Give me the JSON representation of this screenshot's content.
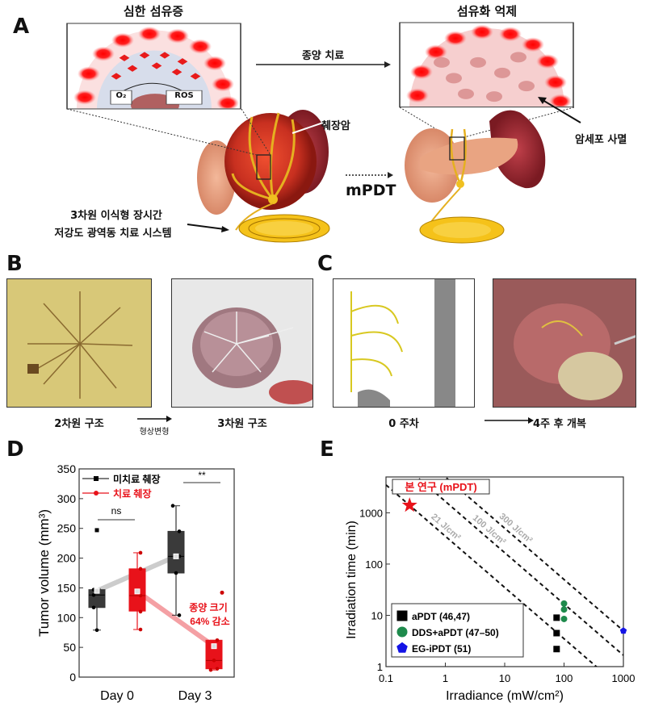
{
  "panel_a": {
    "label": "A",
    "left_title": "심한 섬유증",
    "right_title": "섬유화 억제",
    "arrow_label": "종양 치료",
    "o2_label": "O₂",
    "ros_label": "ROS",
    "tumor_label": "췌장암",
    "cell_death_label": "암세포 사멸",
    "mpdt_label": "mPDT",
    "device_label_line1": "3차원 이식형 장시간",
    "device_label_line2": "저강도 광역동 치료 시스템"
  },
  "panel_b": {
    "label": "B",
    "caption_left": "2차원 구조",
    "caption_right": "3차원 구조",
    "arrow_label": "형상변형"
  },
  "panel_c": {
    "label": "C",
    "caption_left": "0 주차",
    "caption_right": "4주 후 개복"
  },
  "panel_d": {
    "label": "D"
  },
  "panel_e": {
    "label": "E"
  },
  "colors": {
    "untreated": "#333333",
    "treated": "#e8121a",
    "apdt": "#000000",
    "dds": "#1e8a4c",
    "egipdt": "#1414e6",
    "star": "#e8121a"
  },
  "chart_data": [
    {
      "type": "box",
      "ylabel": "Tumor volume (mm³)",
      "ylim": [
        0,
        350
      ],
      "yticks": [
        "0",
        "50",
        "100",
        "150",
        "200",
        "250",
        "300",
        "350"
      ],
      "categories": [
        "Day 0",
        "Day 3"
      ],
      "legend": [
        "미치료 췌장",
        "치료 췌장"
      ],
      "series": [
        {
          "name": "미치료 췌장",
          "boxes": [
            {
              "min": 79,
              "q1": 117,
              "median": 138,
              "q3": 147,
              "max": 148,
              "mean": 145,
              "points": [
                147,
                138,
                117,
                79
              ],
              "outliers": [
                247
              ]
            },
            {
              "min": 104,
              "q1": 175,
              "median": 203,
              "q3": 245,
              "max": 288,
              "mean": 203,
              "points": [
                288,
                245,
                203,
                175,
                104
              ],
              "outliers": []
            }
          ]
        },
        {
          "name": "치료 췌장",
          "boxes": [
            {
              "min": 80,
              "q1": 111,
              "median": 137,
              "q3": 182,
              "max": 209,
              "mean": 144,
              "points": [
                209,
                182,
                137,
                110,
                80
              ],
              "outliers": []
            },
            {
              "min": 12,
              "q1": 14,
              "median": 28,
              "q3": 62,
              "max": 62,
              "mean": 52,
              "points": [
                62,
                28,
                14,
                12
              ],
              "outliers": [
                142
              ]
            }
          ]
        }
      ],
      "annotations": {
        "ns": "ns",
        "sig": "**",
        "reduction_line1": "종양 크기",
        "reduction_line2": "64% 감소"
      }
    },
    {
      "type": "scatter",
      "xlabel": "Irradiance (mW/cm²)",
      "ylabel": "Irradiation time (min)",
      "xscale": "log",
      "yscale": "log",
      "xlim": [
        0.1,
        1000
      ],
      "ylim": [
        1,
        5000
      ],
      "xticks": [
        "0.1",
        "1",
        "10",
        "100",
        "1000"
      ],
      "yticks": [
        "1",
        "10",
        "100",
        "1000"
      ],
      "dose_lines": [
        {
          "dose": 21,
          "label": "21 J/cm²"
        },
        {
          "dose": 100,
          "label": "100 J/cm²"
        },
        {
          "dose": 300,
          "label": "300 J/cm²"
        }
      ],
      "this_work": {
        "label": "본 연구 (mPDT)",
        "x": 0.25,
        "y": 1400
      },
      "series": [
        {
          "name": "aPDT (46,47)",
          "marker": "square",
          "points": [
            [
              75,
              9
            ],
            [
              75,
              4.5
            ],
            [
              75,
              2.2
            ]
          ]
        },
        {
          "name": "DDS+aPDT (47–50)",
          "marker": "circle",
          "points": [
            [
              100,
              17
            ],
            [
              100,
              13
            ],
            [
              100,
              8.5
            ]
          ]
        },
        {
          "name": "EG-iPDT (51)",
          "marker": "pentagon",
          "points": [
            [
              1000,
              5
            ]
          ]
        }
      ]
    }
  ]
}
